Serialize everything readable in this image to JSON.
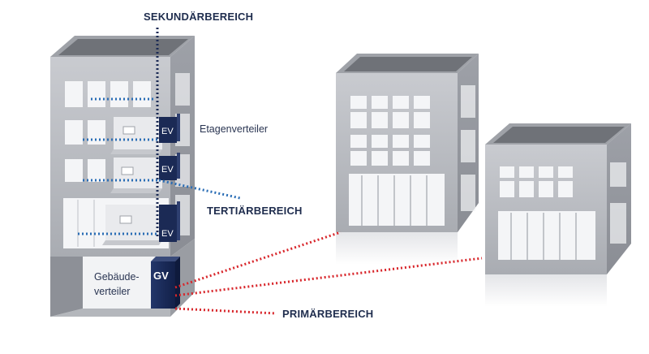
{
  "labels": {
    "sekundaer": "SEKUNDÄRBEREICH",
    "tertiaer": "TERTIÄRBEREICH",
    "primaer": "PRIMÄRBEREICH",
    "etagenverteiler": "Etagenverteiler",
    "gebaeudeverteiler_line1": "Gebäude-",
    "gebaeudeverteiler_line2": "verteiler"
  },
  "cabinets": {
    "ev": "EV",
    "gv": "GV"
  },
  "colors": {
    "navy": "#1b2a55",
    "blue_dots": "#2a6db5",
    "red_dots": "#d8262b",
    "building": "#b9bcc2"
  }
}
